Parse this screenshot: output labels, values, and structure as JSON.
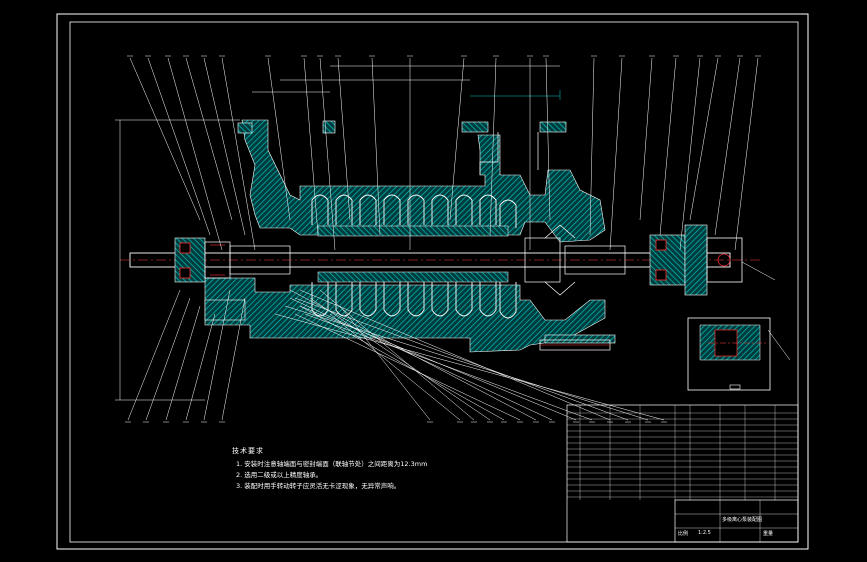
{
  "drawing": {
    "notes_title": "技术要求",
    "notes": [
      "1. 安装时注意轴端面与密封端面（联轴节处）之间距离为12.3mm",
      "2. 选用二级或以上精度轴承。",
      "3. 装配时用手转动转子应灵活无卡涩现象，无异常声响。"
    ],
    "title_block": {
      "scale_label": "比例",
      "scale_value": "1:2.5",
      "weight_label": "重量",
      "drawing_name": "多级离心泵装配图"
    },
    "colors": {
      "background": "#000000",
      "frame": "#ffffff",
      "hatch": "#00c8c8",
      "outline": "#ffffff",
      "dimension": "#ffffff",
      "centerline": "#ff4040",
      "leader": "#ffffff",
      "accent": "#ff3030"
    }
  }
}
